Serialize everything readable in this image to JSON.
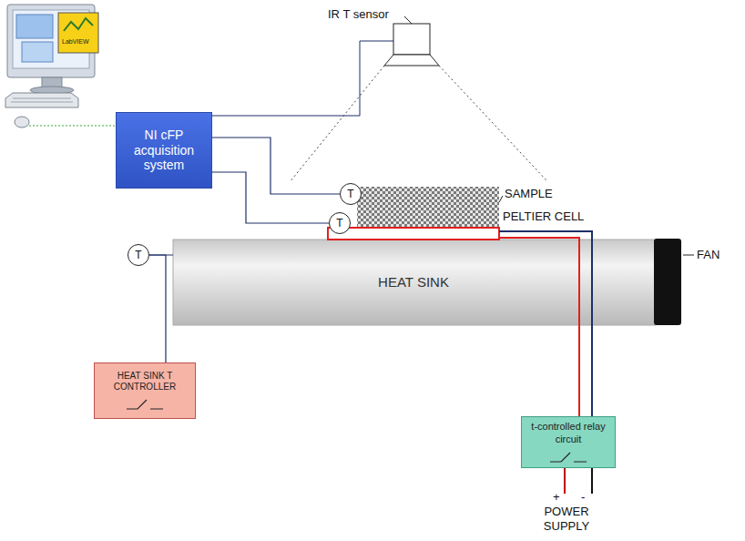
{
  "diagram": {
    "nodes": [
      {
        "text": [
          "NI cFP acquisition system"
        ]
      },
      {
        "text": [
          "T"
        ]
      },
      {
        "text": [
          "T"
        ]
      },
      {
        "text": [
          "T"
        ]
      },
      {
        "text": [
          "HEAT SINK"
        ]
      },
      {
        "text": [
          "HEAT SINK T CONTROLLER"
        ]
      },
      {
        "text": [
          "t-controlled relay circuit"
        ]
      }
    ],
    "edges": [
      {
        "from": 0,
        "to": 1,
        "arrow": "none"
      },
      {
        "from": 0,
        "to": 2,
        "arrow": "none"
      },
      {
        "from": 3,
        "to": 5,
        "arrow": "none"
      }
    ],
    "labels": [
      "LabVIEW",
      "IR T sensor",
      "SAMPLE",
      "PELTIER CELL",
      "FAN",
      "+",
      "-",
      "POWER SUPPLY"
    ]
  }
}
